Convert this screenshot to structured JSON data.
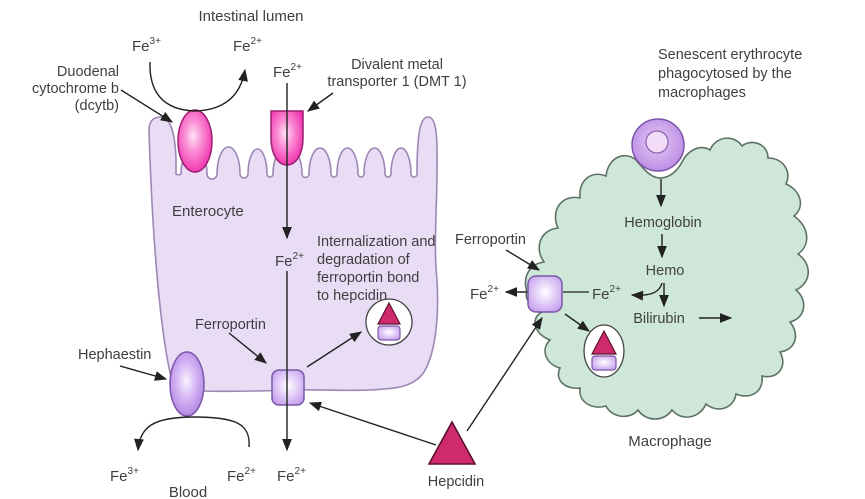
{
  "diagram": {
    "labels": {
      "intestinal_lumen": "Intestinal lumen",
      "dcytb": [
        "Duodenal",
        "cytochrome b",
        "(dcytb)"
      ],
      "dmt1": [
        "Divalent metal",
        "transporter 1 (DMT 1)"
      ],
      "enterocyte": "Enterocyte",
      "internalization": [
        "Internalization and",
        "degradation of",
        "ferroportin bond",
        "to hepcidin"
      ],
      "ferroportin_enterocyte": "Ferroportin",
      "ferroportin_macrophage": "Ferroportin",
      "hephaestin": "Hephaestin",
      "blood": "Blood",
      "hepcidin": "Hepcidin",
      "senescent": [
        "Senescent erythrocyte",
        "phagocytosed by the",
        "macrophages"
      ],
      "hemoglobin": "Hemoglobin",
      "hemo": "Hemo",
      "bilirubin": "Bilirubin",
      "macrophage": "Macrophage"
    },
    "ions": {
      "fe": "Fe",
      "ferric": "3+",
      "ferrous": "2+"
    },
    "colors": {
      "background": "#ffffff",
      "enterocyte_fill": "#e9dcf5",
      "enterocyte_stroke": "#9e87b5",
      "macrophage_fill": "#cfe7d9",
      "macrophage_stroke": "#5c7164",
      "transporter_magenta": "#ee28a8",
      "protein_violet": "#a878dd",
      "ferroportin_violet": "#bb92e8",
      "hepcidin_crimson": "#d02a6e",
      "text": "#3f3f3f",
      "arrow": "#222222"
    }
  }
}
